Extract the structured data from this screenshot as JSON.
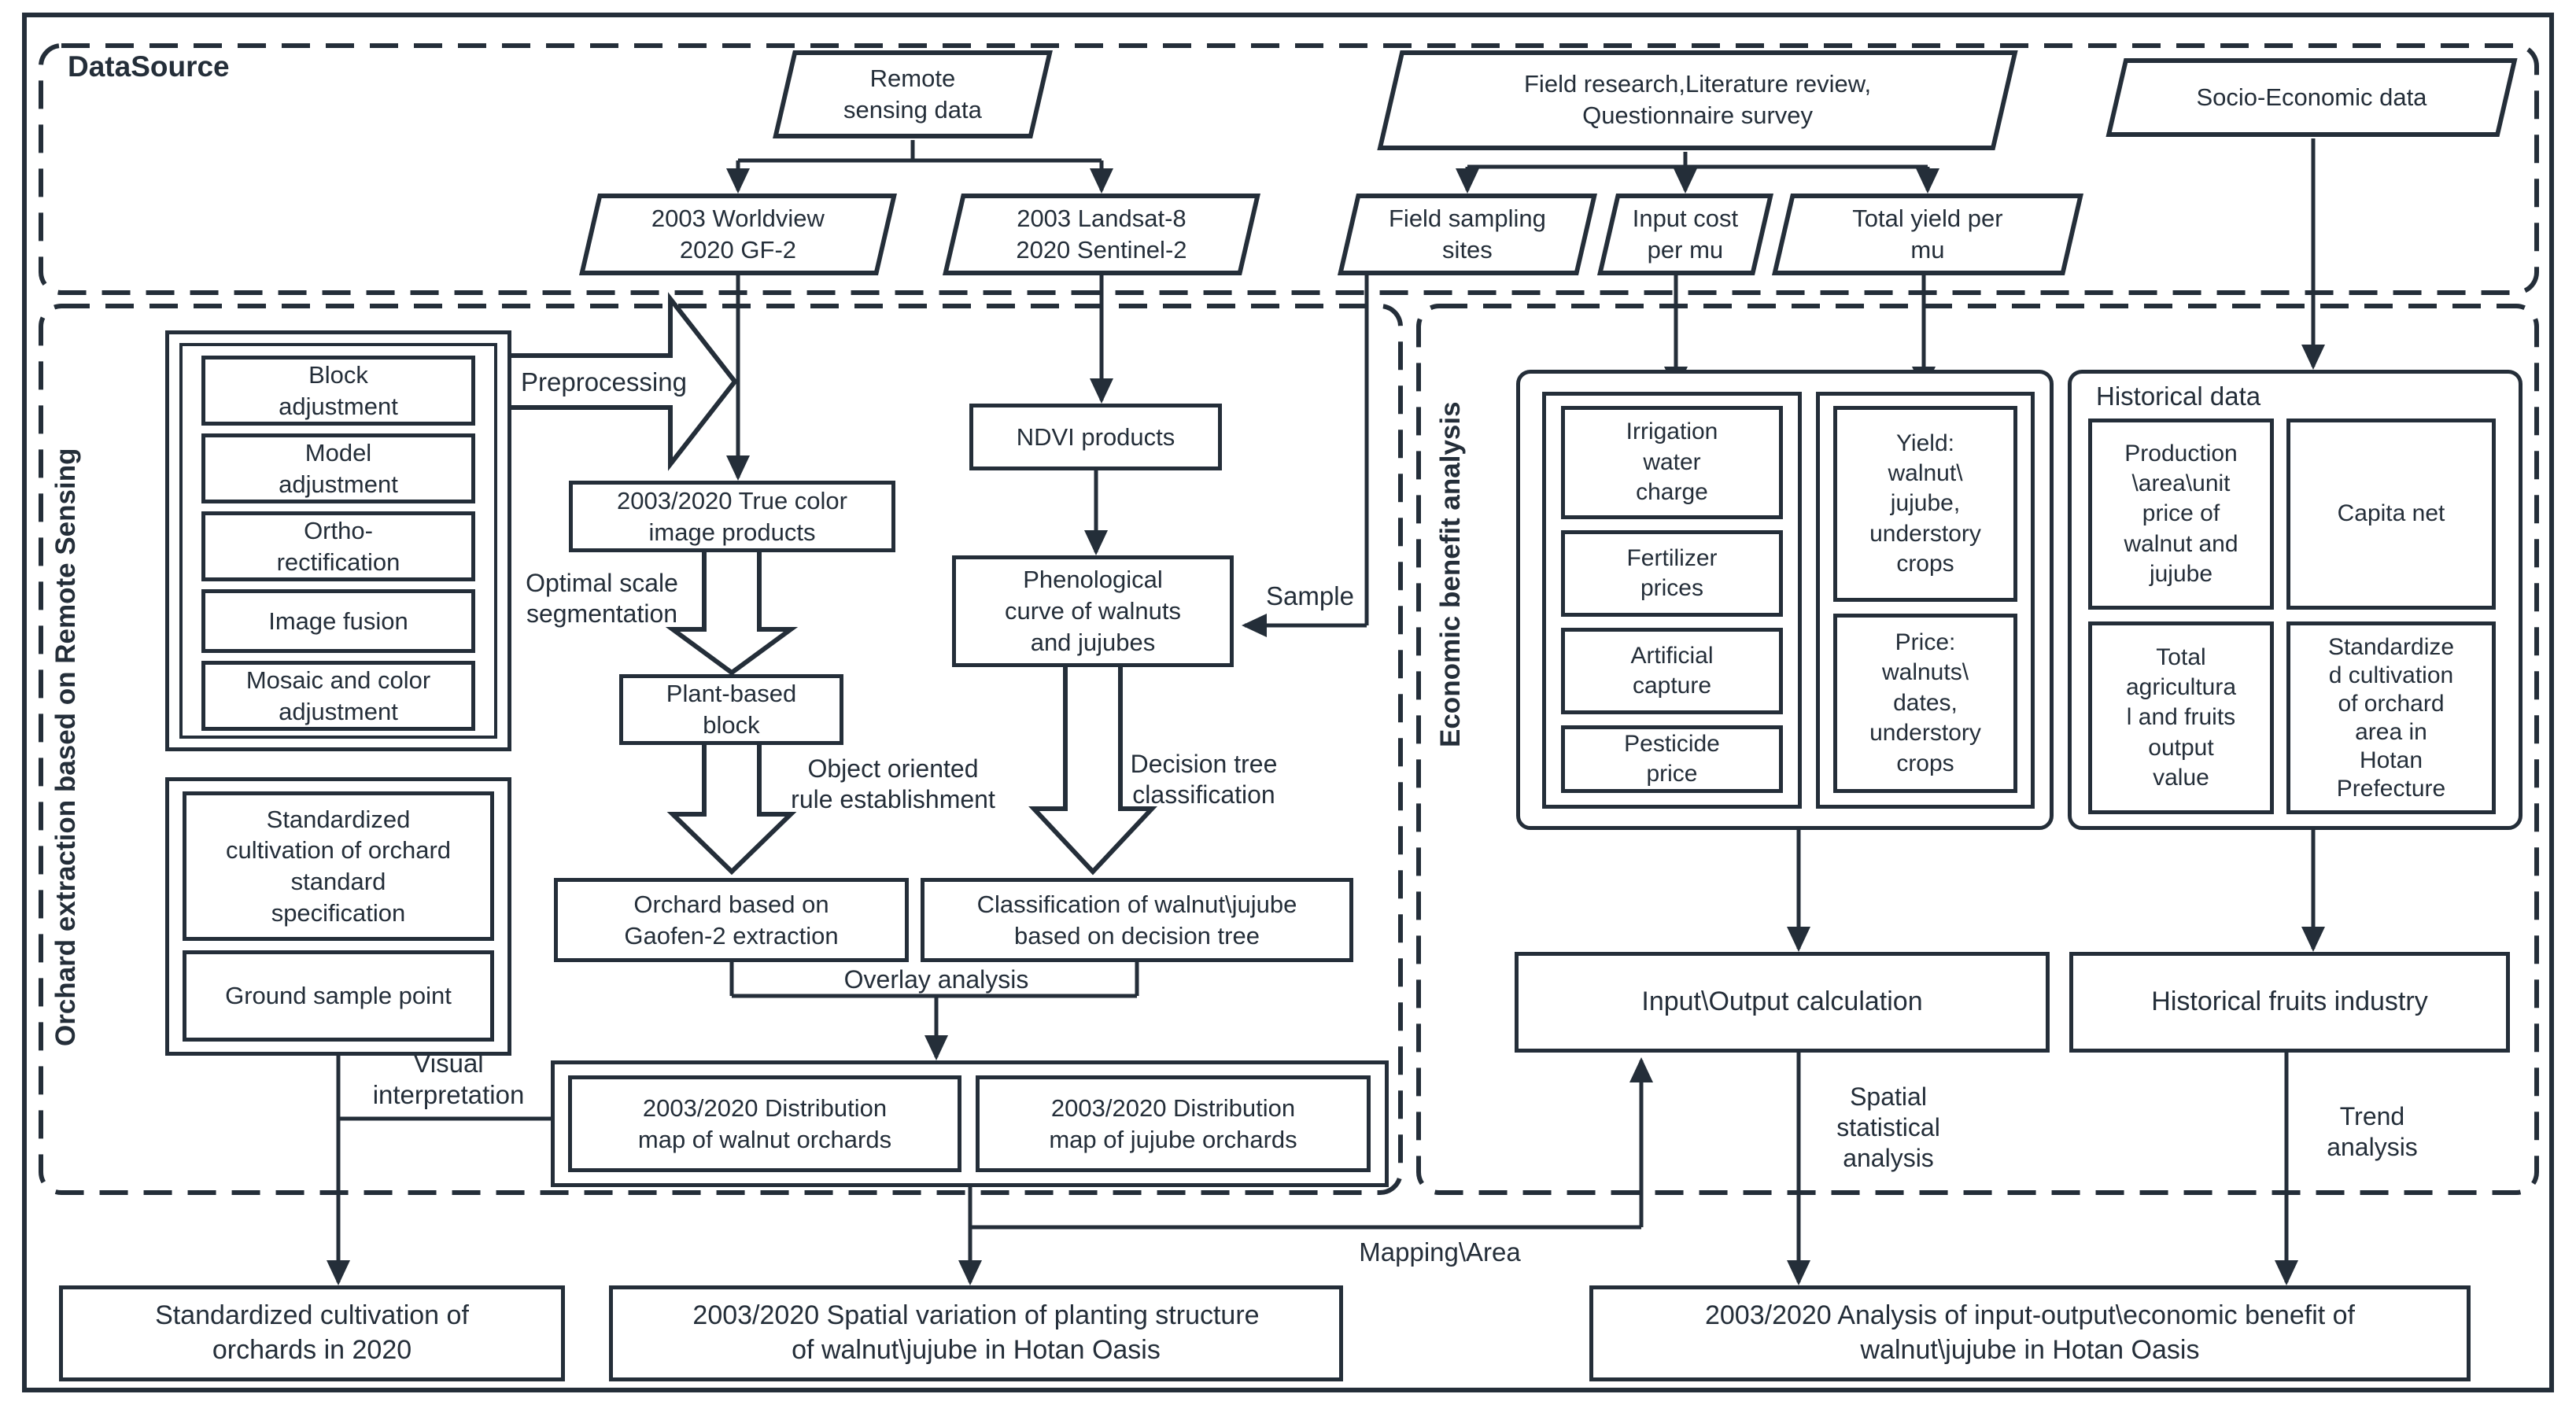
{
  "colors": {
    "ink": "#242e39",
    "background": "#ffffff"
  },
  "sections": {
    "datasource": "DataSource",
    "orchard": "Orchard extraction based on Remote Sensing",
    "economic": "Economic benefit analysis"
  },
  "ds": {
    "remote_sensing": "Remote\nsensing data",
    "field_research": "Field research,Literature review,\nQuestionnaire survey",
    "socio_economic": "Socio-Economic data",
    "worldview": "2003 Worldview\n2020 GF-2",
    "landsat": "2003 Landsat-8\n2020 Sentinel-2",
    "field_sampling": "Field sampling\nsites",
    "input_cost": "Input cost\nper mu",
    "total_yield": "Total yield per\nmu"
  },
  "pre": {
    "steps": [
      "Block\nadjustment",
      "Model\nadjustment",
      "Ortho-\nrectification",
      "Image fusion",
      "Mosaic and color\nadjustment"
    ],
    "arrow_label": "Preprocessing"
  },
  "ext": {
    "true_color": "2003/2020 True color\nimage products",
    "optimal_scale": "Optimal scale\nsegmentation",
    "plant_block": "Plant-based\nblock",
    "object_oriented": "Object oriented\nrule establishment",
    "orchard_gaofen": "Orchard based on\nGaofen-2 extraction",
    "ndvi": "NDVI products",
    "phenological": "Phenological\ncurve of walnuts\nand jujubes",
    "sample": "Sample",
    "decision_tree": "Decision tree\nclassification",
    "classification": "Classification of walnut\\jujube\nbased on decision tree",
    "overlay": "Overlay analysis",
    "dist_walnut": "2003/2020 Distribution\nmap of walnut orchards",
    "dist_jujube": "2003/2020 Distribution\nmap of jujube orchards",
    "std_cultivation": "Standardized\ncultivation of orchard\nstandard\nspecification",
    "ground_sample": "Ground sample point",
    "visual_interpretation": "Visual\ninterpretation"
  },
  "eco": {
    "costs": [
      "Irrigation\nwater\ncharge",
      "Fertilizer\nprices",
      "Artificial\ncapture",
      "Pesticide\nprice"
    ],
    "yield_box": "Yield:\nwalnut\\\njujube,\nunderstory\ncrops",
    "price_box": "Price:\nwalnuts\\\ndates,\nunderstory\ncrops",
    "historical_title": "Historical data",
    "production": "Production\n\\area\\unit\nprice of\nwalnut and\njujube",
    "capita": "Capita net",
    "total_output": "Total\nagricultura\nl and fruits\noutput\nvalue",
    "std_area": "Standardize\nd cultivation\nof orchard\narea in\nHotan\nPrefecture",
    "io_calc": "Input\\Output calculation",
    "hist_fruits": "Historical fruits industry",
    "spatial": "Spatial\nstatistical\nanalysis",
    "trend": "Trend\nanalysis",
    "mapping": "Mapping\\Area"
  },
  "out": {
    "std_orchards": "Standardized cultivation of\norchards in 2020",
    "spatial_variation": "2003/2020 Spatial variation of planting structure\nof walnut\\jujube in Hotan Oasis",
    "analysis": "2003/2020 Analysis of input-output\\economic benefit of\nwalnut\\jujube in Hotan Oasis"
  }
}
